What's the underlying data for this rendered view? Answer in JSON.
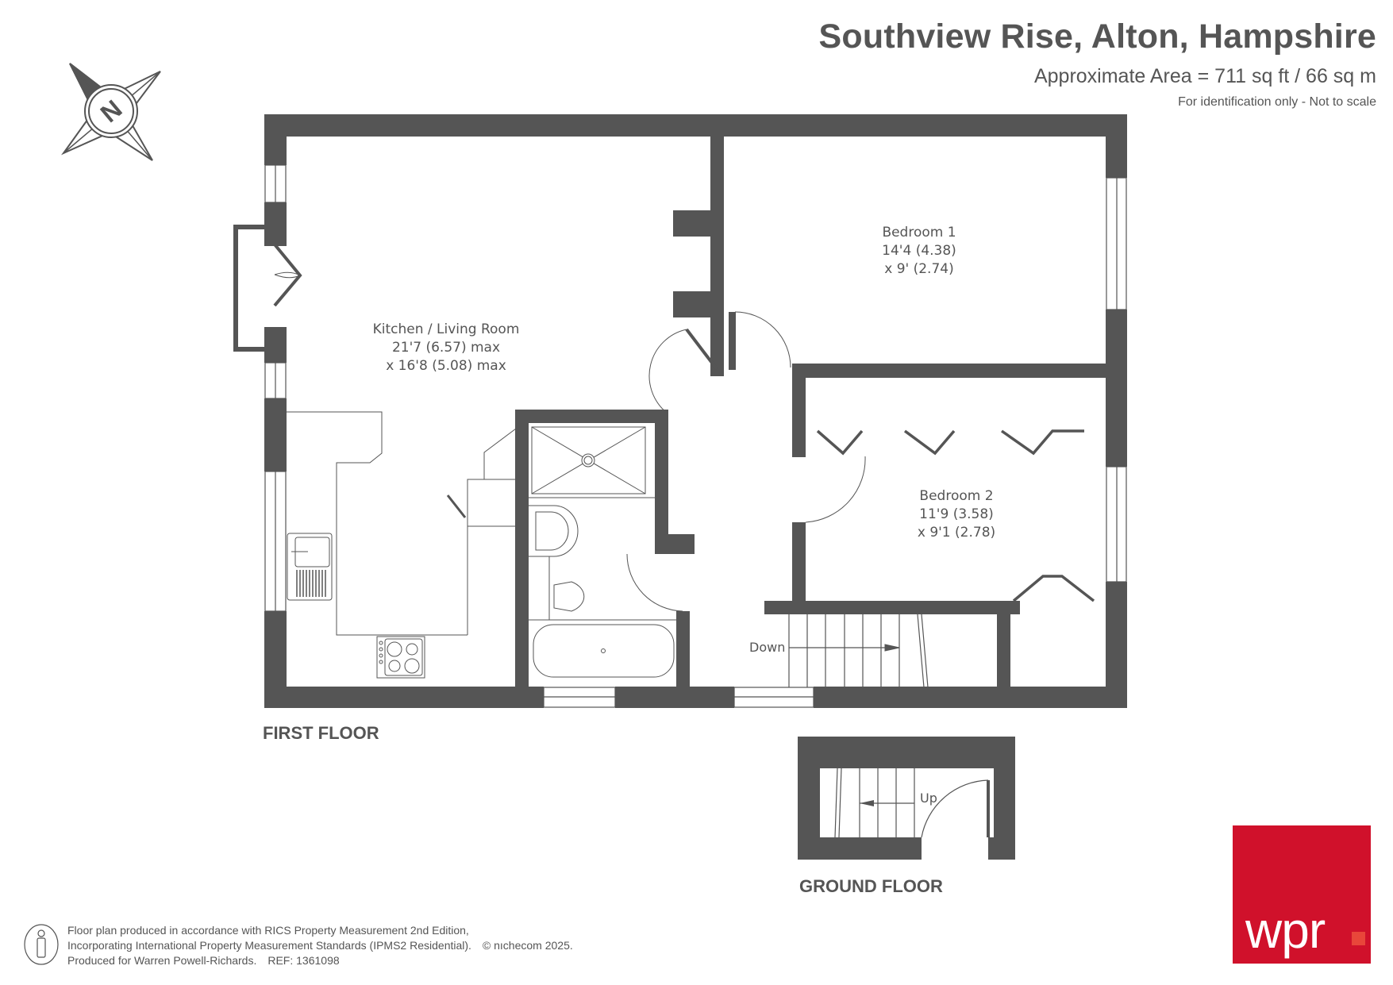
{
  "header": {
    "title": "Southview Rise, Alton, Hampshire",
    "area": "Approximate Area = 711 sq ft / 66 sq m",
    "disclaimer": "For identification only - Not to scale"
  },
  "compass": {
    "icon": "compass-north-icon",
    "letter": "N"
  },
  "rooms": [
    {
      "name": "Kitchen / Living Room",
      "dim1": "21'7 (6.57) max",
      "dim2": "x 16'8 (5.08) max"
    },
    {
      "name": "Bedroom 1",
      "dim1": "14'4 (4.38)",
      "dim2": "x 9' (2.74)"
    },
    {
      "name": "Bedroom 2",
      "dim1": "11'9 (3.58)",
      "dim2": "x 9'1 (2.78)"
    }
  ],
  "stairs": {
    "first_floor": "Down",
    "ground_floor": "Up"
  },
  "floors": {
    "first": "FIRST FLOOR",
    "ground": "GROUND FLOOR"
  },
  "footer": {
    "icon": "person-scale-icon",
    "line1": "Floor plan produced in accordance with RICS Property Measurement 2nd Edition,",
    "line2": "Incorporating International Property Measurement Standards (IPMS2 Residential).",
    "copyright": "© nıchecom 2025.",
    "line3": "Produced for Warren Powell-Richards.",
    "ref": "REF: 1361098"
  },
  "logo": {
    "text": "wpr",
    "color": "#d0112b",
    "dot_color": "#e8463a"
  },
  "colors": {
    "wall": "#555555",
    "background": "#ffffff"
  }
}
